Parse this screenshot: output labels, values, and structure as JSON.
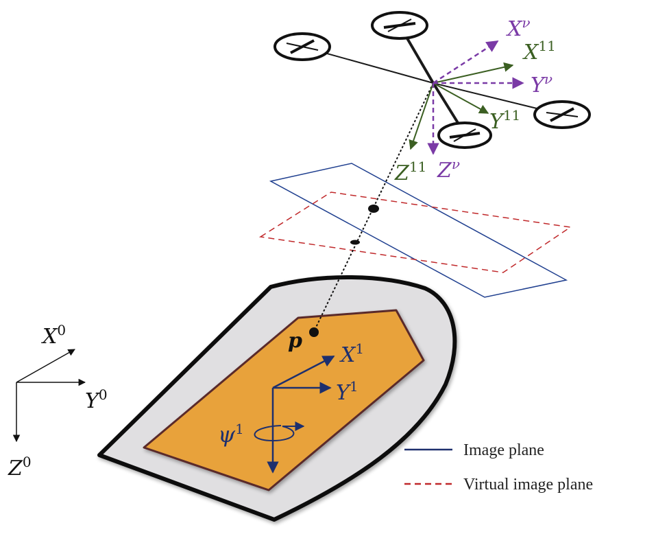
{
  "colors": {
    "boat_fill": "#e0dfe1",
    "deck_fill": "#e8a23a",
    "deck_edge": "#5a2a2a",
    "image_plane": "#1f3f8f",
    "virtual_plane": "#c0282a",
    "drone": "#1a1a1a",
    "green_axes": "#3b5f22",
    "purple_axes": "#7a3aa6",
    "navy_axes": "#1d2f6e",
    "black_axes": "#111111"
  },
  "labels": {
    "world_x": {
      "base": "X",
      "sup": "0"
    },
    "world_y": {
      "base": "Y",
      "sup": "0"
    },
    "world_z": {
      "base": "Z",
      "sup": "0"
    },
    "boat_x": {
      "base": "X",
      "sup": "1"
    },
    "boat_y": {
      "base": "Y",
      "sup": "1"
    },
    "psi": {
      "base": "ψ",
      "sup": "1"
    },
    "point": "p",
    "drone_x": {
      "base": "X",
      "sup": "11"
    },
    "drone_y": {
      "base": "Y",
      "sup": "11"
    },
    "drone_z": {
      "base": "Z",
      "sup": "11"
    },
    "virtual_x": {
      "base": "X",
      "sup": "ν"
    },
    "virtual_y": {
      "base": "Y",
      "sup": "ν"
    },
    "virtual_z": {
      "base": "Z",
      "sup": "ν"
    }
  },
  "legend": {
    "image_plane": "Image plane",
    "virtual_image_plane": "Virtual image plane"
  },
  "icons": [
    "quadrotor-drone-icon",
    "boat-deck-icon",
    "rotation-arrow-icon"
  ]
}
